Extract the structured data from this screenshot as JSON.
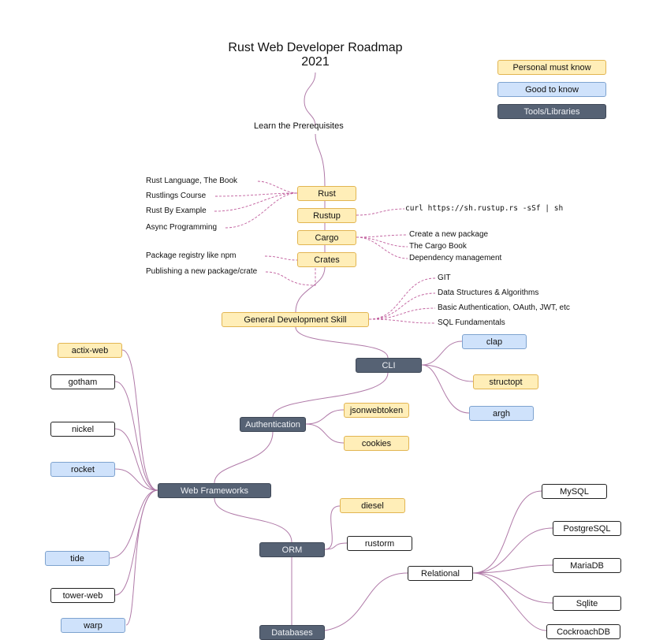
{
  "title": {
    "line1": "Rust Web Developer Roadmap",
    "line2": "2021"
  },
  "legend": {
    "personal": "Personal must know",
    "good": "Good to know",
    "tools": "Tools/Libraries"
  },
  "prereq": "Learn the Prerequisites",
  "rust": {
    "label": "Rust",
    "links": [
      "Rust Language, The Book",
      "Rustlings Course",
      "Rust By Example",
      "Async Programming"
    ]
  },
  "rustup": {
    "label": "Rustup",
    "command": "curl https://sh.rustup.rs -sSf | sh"
  },
  "cargo": {
    "label": "Cargo",
    "links": [
      "Create a new package",
      "The Cargo Book",
      "Dependency management"
    ]
  },
  "crates": {
    "label": "Crates",
    "links": [
      "Package registry like npm",
      "Publishing a new package/crate"
    ]
  },
  "general": {
    "label": "General Development Skill",
    "links": [
      "GIT",
      "Data Structures & Algorithms",
      "Basic Authentication, OAuth, JWT, etc",
      "SQL Fundamentals"
    ]
  },
  "cli": {
    "label": "CLI",
    "children": [
      "clap",
      "structopt",
      "argh"
    ]
  },
  "auth": {
    "label": "Authentication",
    "children": [
      "jsonwebtoken",
      "cookies"
    ]
  },
  "web": {
    "label": "Web Frameworks",
    "children": [
      "actix-web",
      "gotham",
      "nickel",
      "rocket",
      "tide",
      "tower-web",
      "warp"
    ]
  },
  "orm": {
    "label": "ORM",
    "children": [
      "diesel",
      "rustorm"
    ]
  },
  "database": {
    "label": "Databases"
  },
  "relational": {
    "label": "Relational",
    "children": [
      "MySQL",
      "PostgreSQL",
      "MariaDB",
      "Sqlite",
      "CockroachDB"
    ]
  },
  "colors": {
    "personal": "#ffeeb8",
    "good": "#cfe2fb",
    "tools": "#566274",
    "wire": "#b07aa8",
    "dashed": "#c05d9c"
  }
}
